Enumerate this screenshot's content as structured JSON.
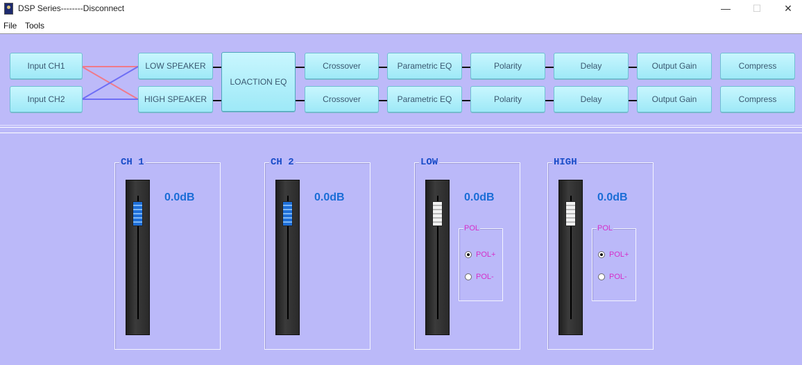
{
  "window": {
    "title": "DSP Series--------Disconnect",
    "minimize": "—",
    "maximize": "☐",
    "close": "✕"
  },
  "menu": {
    "file": "File",
    "tools": "Tools"
  },
  "routing": {
    "input_ch1": "Input CH1",
    "input_ch2": "Input CH2",
    "low_speaker": "LOW SPEAKER",
    "high_speaker": "HIGH SPEAKER",
    "location_eq": "LOACTION EQ",
    "row1": {
      "crossover": "Crossover",
      "peq": "Parametric EQ",
      "polarity": "Polarity",
      "delay": "Delay",
      "output_gain": "Output Gain",
      "compress": "Compress"
    },
    "row2": {
      "crossover": "Crossover",
      "peq": "Parametric EQ",
      "polarity": "Polarity",
      "delay": "Delay",
      "output_gain": "Output Gain",
      "compress": "Compress"
    },
    "cross_colors": {
      "ch1": "#f07a8a",
      "ch2": "#6e6ef5"
    }
  },
  "channels": {
    "ch1": {
      "title": "CH 1",
      "gain": "0.0dB",
      "fader_level": 1.0
    },
    "ch2": {
      "title": "CH 2",
      "gain": "0.0dB",
      "fader_level": 1.0
    },
    "low": {
      "title": "LOW",
      "gain": "0.0dB",
      "fader_level": 1.0,
      "pol_title": "POL",
      "pol_plus": "POL+",
      "pol_minus": "POL-",
      "pol_selected": "POL+"
    },
    "high": {
      "title": "HIGH",
      "gain": "0.0dB",
      "fader_level": 1.0,
      "pol_title": "POL",
      "pol_plus": "POL+",
      "pol_minus": "POL-",
      "pol_selected": "POL+"
    }
  },
  "colors": {
    "background": "#bbb9f9",
    "node": "#aaeef9",
    "gain_text": "#1a6dd6",
    "pol_text": "#d52ec9",
    "title_text": "#1a4dc8"
  }
}
